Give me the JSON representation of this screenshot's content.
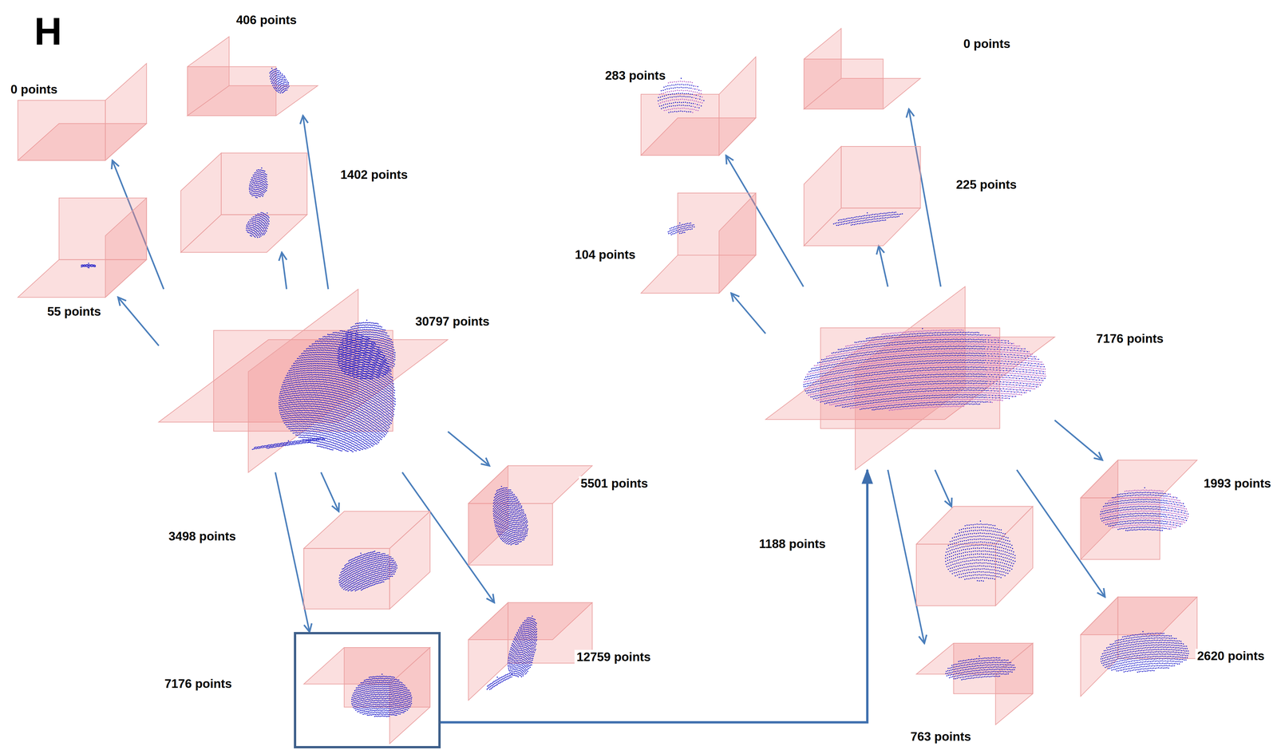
{
  "diagram": {
    "nodes": [
      {
        "text": [
          "406 points"
        ]
      },
      {
        "text": [
          "0 points"
        ]
      },
      {
        "text": [
          "1402 points"
        ]
      },
      {
        "text": [
          "55 points"
        ]
      },
      {
        "text": [
          "30797 points"
        ]
      },
      {
        "text": [
          "5501 points"
        ]
      },
      {
        "text": [
          "3498 points"
        ]
      },
      {
        "text": [
          "12759 points"
        ]
      },
      {
        "text": [
          "7176 points"
        ]
      },
      {
        "text": [
          "0 points"
        ]
      },
      {
        "text": [
          "283 points"
        ]
      },
      {
        "text": [
          "225 points"
        ]
      },
      {
        "text": [
          "104 points"
        ]
      },
      {
        "text": [
          "7176 points"
        ]
      },
      {
        "text": [
          "1993 points"
        ]
      },
      {
        "text": [
          "1188 points"
        ]
      },
      {
        "text": [
          "2620 points"
        ]
      },
      {
        "text": [
          "763 points"
        ]
      }
    ],
    "edges": [
      {
        "from": 4,
        "to": 1,
        "arrow": "to"
      },
      {
        "from": 4,
        "to": 3,
        "arrow": "to"
      },
      {
        "from": 4,
        "to": 2,
        "arrow": "to"
      },
      {
        "from": 4,
        "to": 0,
        "arrow": "to"
      },
      {
        "from": 4,
        "to": 5,
        "arrow": "to"
      },
      {
        "from": 4,
        "to": 6,
        "arrow": "to"
      },
      {
        "from": 4,
        "to": 7,
        "arrow": "to"
      },
      {
        "from": 4,
        "to": 8,
        "arrow": "to"
      },
      {
        "from": 8,
        "to": 13,
        "arrow": "to"
      },
      {
        "from": 13,
        "to": 10,
        "arrow": "to"
      },
      {
        "from": 13,
        "to": 12,
        "arrow": "to"
      },
      {
        "from": 13,
        "to": 11,
        "arrow": "to"
      },
      {
        "from": 13,
        "to": 9,
        "arrow": "to"
      },
      {
        "from": 13,
        "to": 14,
        "arrow": "to"
      },
      {
        "from": 13,
        "to": 15,
        "arrow": "to"
      },
      {
        "from": 13,
        "to": 16,
        "arrow": "to"
      },
      {
        "from": 13,
        "to": 17,
        "arrow": "to"
      }
    ],
    "labels": [
      "H"
    ]
  }
}
